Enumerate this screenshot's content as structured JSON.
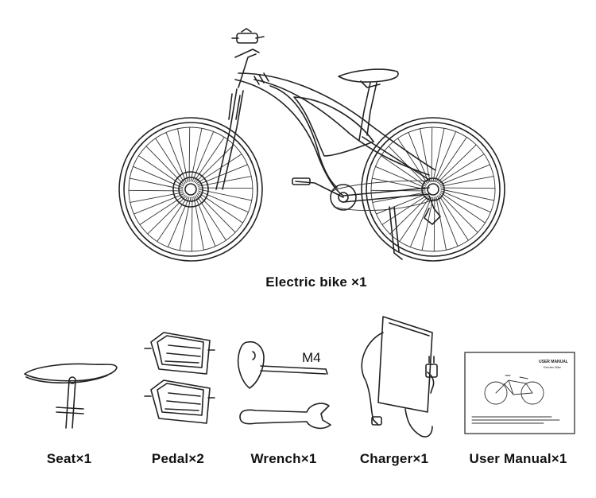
{
  "main_item": {
    "label": "Electric bike ×1"
  },
  "accessories": [
    {
      "label": "Seat×1"
    },
    {
      "label": "Pedal×2"
    },
    {
      "label": "Wrench×1"
    },
    {
      "label": "Charger×1"
    },
    {
      "label": "User Manual×1"
    }
  ],
  "wrench_size": "M4",
  "manual_cover": {
    "title": "USER MANUAL",
    "subtitle": "Electric Bike"
  }
}
